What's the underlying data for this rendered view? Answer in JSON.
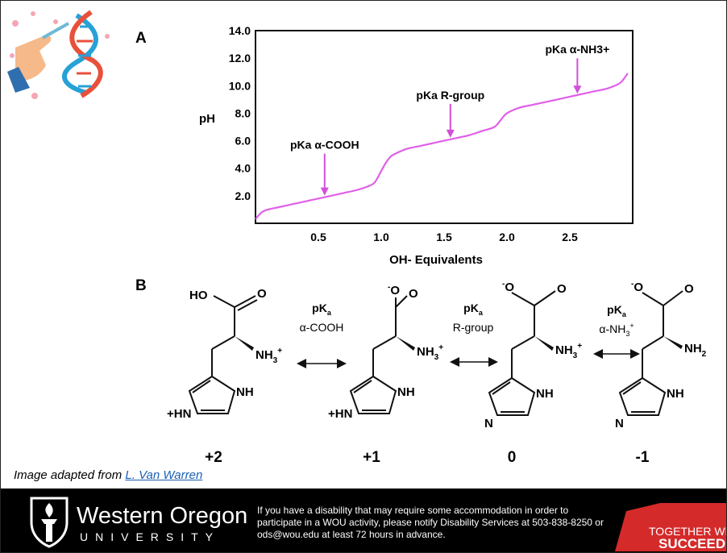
{
  "panel_a_label": "A",
  "panel_b_label": "B",
  "chart_data": {
    "type": "line",
    "xlabel": "OH- Equivalents",
    "ylabel": "pH",
    "xlim": [
      0,
      3
    ],
    "ylim": [
      0,
      14
    ],
    "x_ticks": [
      "0.5",
      "1.0",
      "1.5",
      "2.0",
      "2.5"
    ],
    "y_ticks": [
      "2.0",
      "4.0",
      "6.0",
      "8.0",
      "10.0",
      "12.0",
      "14.0"
    ],
    "grid": false,
    "series": [
      {
        "color": "#e060e8",
        "x": [
          0,
          0.05,
          0.1,
          0.2,
          0.3,
          0.4,
          0.5,
          0.6,
          0.7,
          0.8,
          0.9,
          0.95,
          1.0,
          1.03,
          1.07,
          1.1,
          1.2,
          1.3,
          1.4,
          1.5,
          1.6,
          1.7,
          1.8,
          1.9,
          1.95,
          2.0,
          2.1,
          2.2,
          2.3,
          2.4,
          2.5,
          2.6,
          2.7,
          2.8,
          2.9,
          2.96
        ],
        "y": [
          0.3,
          0.8,
          1.0,
          1.2,
          1.4,
          1.6,
          1.8,
          2.0,
          2.2,
          2.4,
          2.7,
          3.0,
          3.8,
          4.3,
          4.8,
          5.0,
          5.4,
          5.6,
          5.8,
          6.0,
          6.2,
          6.4,
          6.7,
          7.0,
          7.5,
          8.0,
          8.4,
          8.6,
          8.8,
          9.0,
          9.2,
          9.4,
          9.6,
          9.8,
          10.2,
          10.9
        ]
      }
    ],
    "annotations": [
      {
        "text": "pKa α-COOH",
        "x": 0.55,
        "y": 1.9
      },
      {
        "text": "pKa R-group",
        "x": 1.55,
        "y": 6.1
      },
      {
        "text": "pKa α-NH3+",
        "x": 2.56,
        "y": 9.3
      }
    ]
  },
  "structures": {
    "equilibria": [
      {
        "line1": "pKa",
        "line2": "α-COOH"
      },
      {
        "line1": "pKa",
        "line2": "R-group"
      },
      {
        "line1": "pKa",
        "line2": "α-NH3+"
      }
    ],
    "charges": [
      "+2",
      "+1",
      "0",
      "-1"
    ],
    "atoms": {
      "ho": "HO",
      "o": "O",
      "o_minus": "-O",
      "nh3": "NH3+",
      "nh2": "NH2",
      "nh": "NH",
      "hn_plus": "+HN",
      "n": "N"
    }
  },
  "credit": {
    "prefix": "Image adapted from ",
    "link": "L. Van Warren"
  },
  "footer": {
    "brand_name": "Western Oregon",
    "brand_sub": "UNIVERSITY",
    "notice": "If you have a disability that may require some accommodation in order to participate in a WOU activity, please notify Disability Services at 503-838-8250 or ods@wou.edu at least 72 hours in advance.",
    "tagline_1": "TOGETHER WE",
    "tagline_2": "SUCCEED"
  }
}
